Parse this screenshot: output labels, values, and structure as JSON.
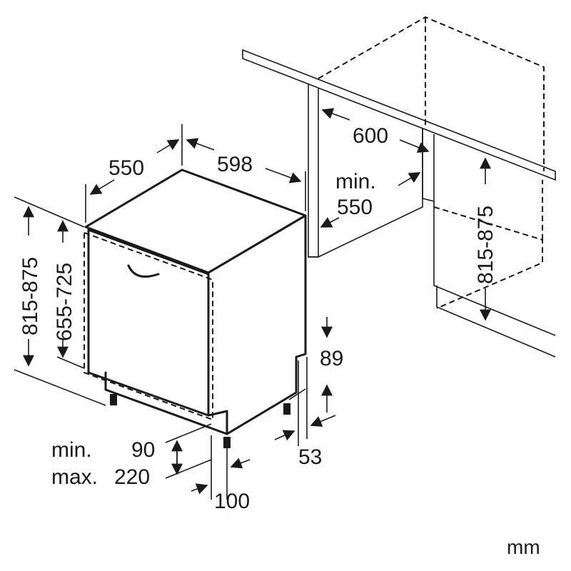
{
  "dimensions": {
    "depth": "550",
    "width": "598",
    "niche_width": "600",
    "niche_depth_min": "min.",
    "niche_depth_value": "550",
    "height_outer": "815-875",
    "height_inner": "655-725",
    "niche_height": "815-875",
    "plinth_top": "89",
    "plinth_bottom": "53",
    "plinth_height_min_label": "min.",
    "plinth_height_min_value": "90",
    "plinth_height_max_label": "max.",
    "plinth_height_max_value": "220",
    "foot_depth": "100"
  },
  "unit": "mm"
}
